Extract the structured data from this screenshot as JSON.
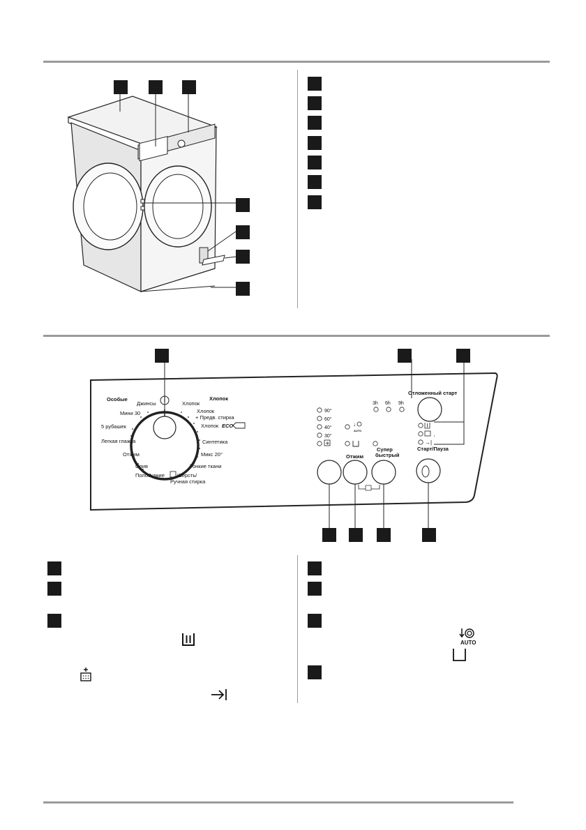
{
  "panel": {
    "groups": {
      "special": "Особые",
      "cotton": "Хлопок"
    },
    "left_programs": [
      "Джинсы",
      "Мини 30",
      "5 рубашек",
      "Легкая глажка",
      "Отжим",
      "Слив",
      "Полоскание"
    ],
    "right_programs": [
      "Хлопок",
      "Хлопок",
      "+ Предв. стирка",
      "Хлопок",
      "ECO",
      "Синтетика",
      "Микс 20°",
      "Тонкие ткани",
      "Шерсть/",
      "Ручная стирка"
    ],
    "temps": [
      "90°",
      "60°",
      "40°",
      "30°"
    ],
    "delay_hours": [
      "3h",
      "6h",
      "9h"
    ],
    "delay_label": "Отложенный старт",
    "spin_label": "Отжим",
    "super_quick_label": [
      "Супер",
      "быстрый"
    ],
    "start_pause_label": "Старт/Пауза",
    "auto_label": "AUTO",
    "bottom_auto": "AUTO"
  },
  "colors": {
    "square": "#1a1a1a",
    "rule": "#9a9a9a",
    "panel_fill": "#ececec"
  },
  "icons": [
    "power-icon",
    "eco-tag-icon",
    "snowflake-icon",
    "auto-spin-icon",
    "no-spin-icon",
    "wash-phase-icon",
    "rinse-plus-icon",
    "end-phase-icon"
  ]
}
